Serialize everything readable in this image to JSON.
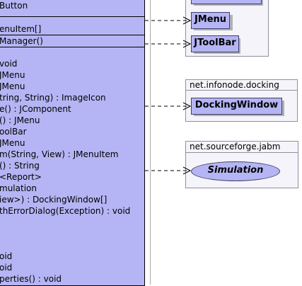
{
  "main_class": {
    "members": [
      "Button",
      "enuItem[]",
      "Manager()",
      "void",
      "JMenu",
      "JMenu",
      "tring, String) : ImageIcon",
      "e() : JComponent",
      "() : JMenu",
      "oolBar",
      "JMenu",
      "m(String, View) : JMenuItem",
      "() : String",
      "<Report>",
      "mulation",
      "iew>) : DockingWindow[]",
      "thErrorDialog(Exception) : void",
      "oid",
      "oid",
      "perties() : void"
    ]
  },
  "packages": {
    "swing": {
      "classes": [
        "JMenu",
        "JToolBar"
      ]
    },
    "docking": {
      "name": "net.infonode.docking",
      "classes": [
        "DockingWindow"
      ]
    },
    "jabm": {
      "name": "net.sourceforge.jabm",
      "usecase": "Simulation"
    }
  },
  "colors": {
    "class_fill": "#b5b5f5",
    "package_fill": "#f4f4fa",
    "dependency_line": "#000000"
  }
}
